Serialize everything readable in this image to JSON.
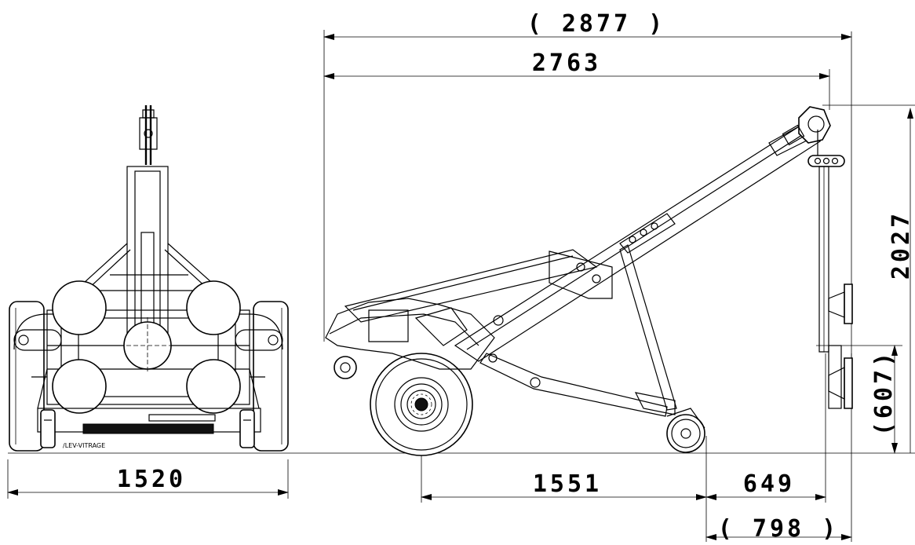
{
  "dimensions": {
    "overall_length": "( 2877 )",
    "length": "2763",
    "height": "2027",
    "lower_height": "(607)",
    "front_width": "1520",
    "wheel_to_support": "1551",
    "support_to_pads": "649",
    "support_to_end": "( 798 )"
  },
  "logo_text": "/LEV-VITRAGE"
}
